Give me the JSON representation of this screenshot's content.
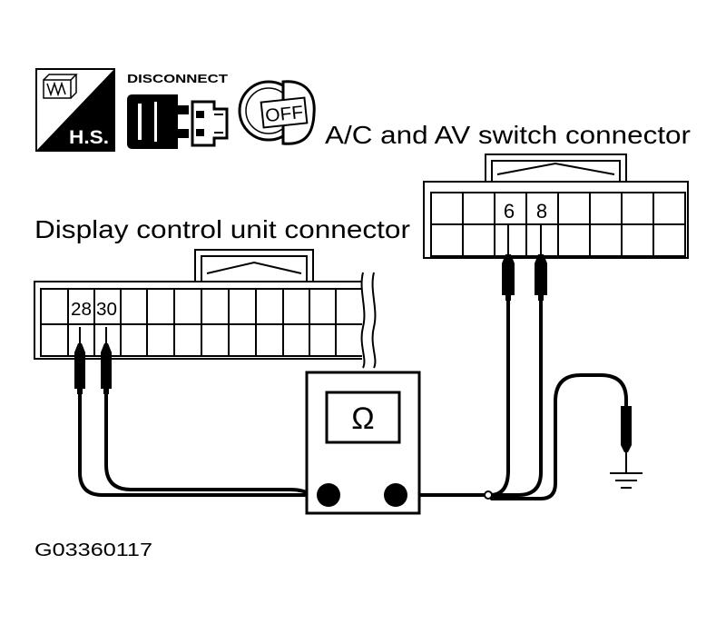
{
  "header_icons": {
    "harness_check": {
      "icon": "harness-check-icon",
      "label": "H.S."
    },
    "disconnect": {
      "icon": "disconnect-connector-icon",
      "label": "DISCONNECT"
    },
    "ignition": {
      "icon": "ignition-key-icon",
      "label": "OFF"
    }
  },
  "connectors": {
    "av_switch": {
      "title": "A/C and AV switch connector",
      "terminals": [
        "6",
        "8"
      ]
    },
    "display_unit": {
      "title": "Display control unit connector",
      "terminals": [
        "28",
        "30"
      ]
    }
  },
  "ohmmeter": {
    "icon": "ohmmeter-icon",
    "symbol": "Ω"
  },
  "ground": {
    "icon": "ground-symbol-icon"
  },
  "figure_code": "G03360117",
  "colors": {
    "ink": "#000000",
    "paper": "#ffffff"
  }
}
